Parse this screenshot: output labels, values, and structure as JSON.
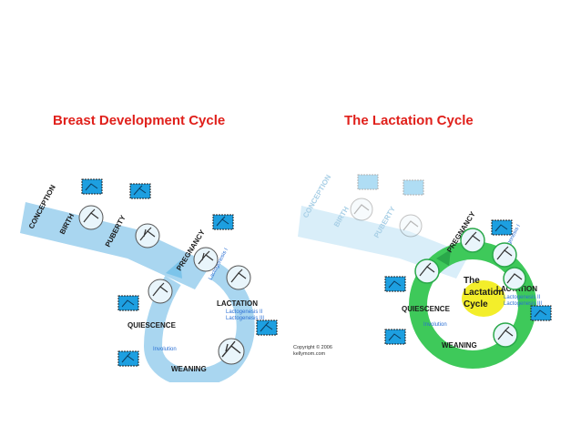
{
  "titles": {
    "left": "Breast Development Cycle",
    "right": "The Lactation Cycle"
  },
  "stages": {
    "conception": "CONCEPTION",
    "birth": "BIRTH",
    "puberty": "PUBERTY",
    "pregnancy": "PREGNANCY",
    "lactogenesis1": "Lactogenesis I",
    "lactation": "LACTATION",
    "lactogenesis2": "Lactogenesis II",
    "lactogenesis3": "Lactogenesis III",
    "weaning": "WEANING",
    "involution": "Involution",
    "quiescence": "QUIESCENCE"
  },
  "center_label": {
    "line1": "The",
    "line2": "Lactation",
    "line3": "Cycle"
  },
  "copyright": {
    "line1": "Copyright © 2006",
    "line2": "kellymom.com"
  },
  "colors": {
    "title": "#e0201b",
    "band": "#a9d6f0",
    "band_faded": "#d9eef9",
    "ring_green": "#3ec95a",
    "center_yellow": "#f3ee2a",
    "thumb_blue": "#1d9fe0",
    "text_dark": "#1a1a1a",
    "text_blue": "#2a6fd4"
  }
}
